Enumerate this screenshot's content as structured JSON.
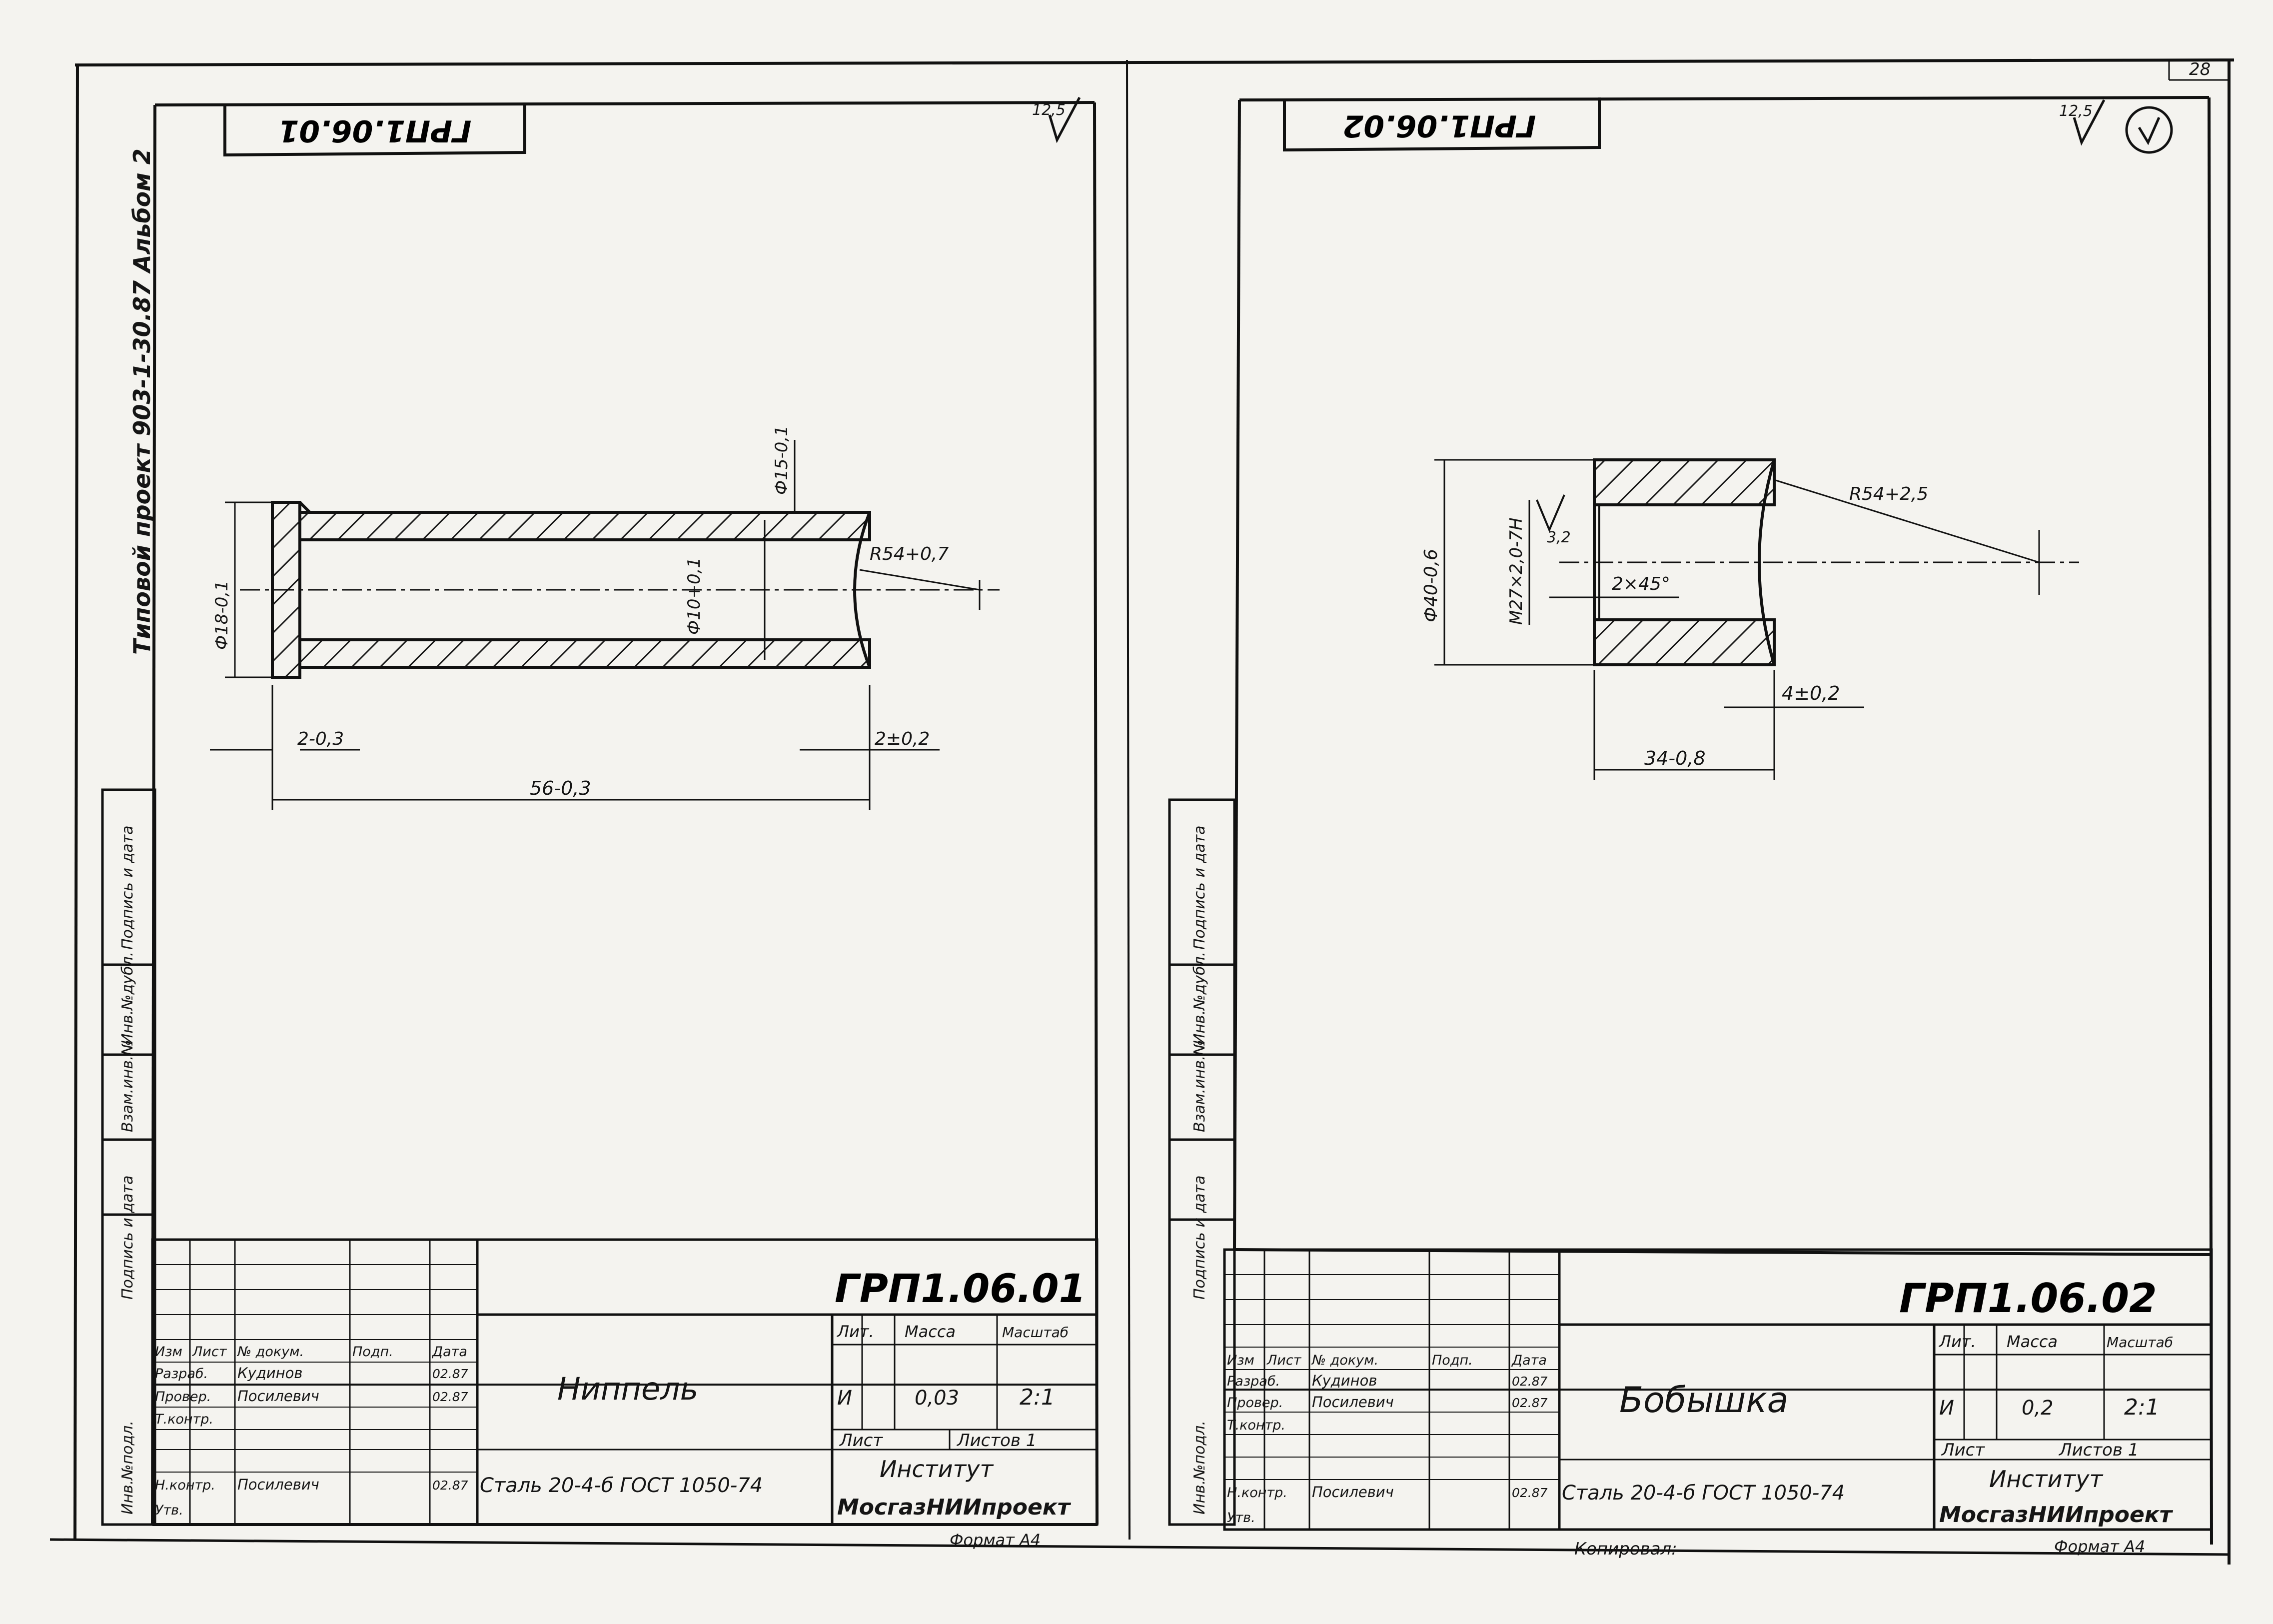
{
  "album_stamp": "Типовой проект 903-1-30.87 Альбом 2",
  "page_number": "28",
  "copied_by": "Копировал:",
  "side_stamp": [
    "Инв.№подл.",
    "Подпись и дата",
    "Взам.инв.№",
    "Инв.№дубл.",
    "Подпись и дата"
  ],
  "title_block_labels": {
    "izm": "Изм",
    "list": "Лист",
    "ndokum": "№ докум.",
    "podp": "Подп.",
    "data": "Дата",
    "razrab": "Разраб.",
    "prover": "Провер.",
    "tkontr": "Т.контр.",
    "nkontr": "Н.контр.",
    "utv": "Утв.",
    "lit": "Лит.",
    "massa": "Масса",
    "masshtab": "Масштаб",
    "list2": "Лист",
    "listov": "Листов 1",
    "format": "Формат А4"
  },
  "sheets": [
    {
      "code_top": "ГРП1.06.01",
      "roughness": "12,5",
      "code": "ГРП1.06.01",
      "name": "Ниппель",
      "material": "Сталь 20-4-б ГОСТ 1050-74",
      "lit": "И",
      "mass": "0,03",
      "scale": "2:1",
      "org1": "Институт",
      "org2": "МосгазНИИпроект",
      "people": {
        "razrab": "Кудинов",
        "prover": "Посилевич",
        "nkontr": "Посилевич"
      },
      "dates": {
        "razrab": "02.87",
        "prover": "02.87",
        "nkontr": "02.87"
      },
      "dims": {
        "d_outer": "Ф18-0,1",
        "d_bore": "Ф15-0,1",
        "d_inner": "Ф10+0,1",
        "radius": "R54+0,7",
        "chamfer_left": "2-0,3",
        "chamfer_right": "2±0,2",
        "length": "56-0,3"
      }
    },
    {
      "code_top": "ГРП1.06.02",
      "roughness": "12,5",
      "code": "ГРП1.06.02",
      "name": "Бобышка",
      "material": "Сталь 20-4-б ГОСТ 1050-74",
      "lit": "И",
      "mass": "0,2",
      "scale": "2:1",
      "org1": "Институт",
      "org2": "МосгазНИИпроект",
      "people": {
        "razrab": "Кудинов",
        "prover": "Посилевич",
        "nkontr": "Посилевич"
      },
      "dates": {
        "razrab": "02.87",
        "prover": "02.87",
        "nkontr": "02.87"
      },
      "dims": {
        "d_outer": "Ф40-0,6",
        "thread": "M27×2,0-7H",
        "rough_inner": "3,2",
        "chamfer": "2×45°",
        "radius": "R54+2,5",
        "face": "4±0,2",
        "length": "34-0,8"
      }
    }
  ]
}
